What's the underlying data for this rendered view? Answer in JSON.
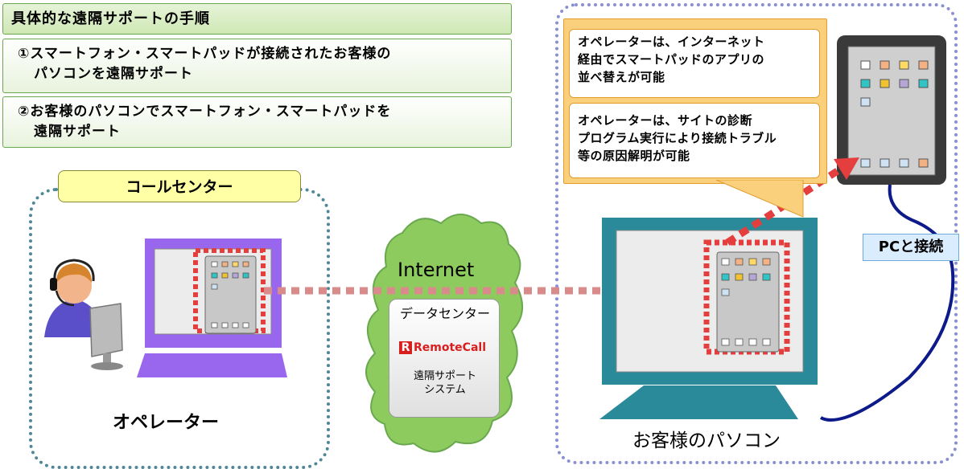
{
  "header": {
    "title": "具体的な遠隔サポートの手順"
  },
  "steps": [
    {
      "line1": "①スマートフォン・スマートパッドが接続されたお客様の",
      "line2": "パソコンを遠隔サポート"
    },
    {
      "line1": "②お客様のパソコンでスマートフォン・スマートパッドを",
      "line2": "遠隔サポート"
    }
  ],
  "call_center": {
    "label": "コールセンター",
    "operator_label": "オペレーター"
  },
  "internet": {
    "label": "Internet",
    "datacenter_label": "データセンター",
    "logo_text": "RemoteCall",
    "system_line1": "遠隔サポート",
    "system_line2": "システム"
  },
  "customer": {
    "label": "お客様のパソコン",
    "connect_label": "PCと接続"
  },
  "callouts": [
    {
      "line1": "オペレーターは、インターネット",
      "line2": "経由でスマートパッドのアプリの",
      "line3": "並べ替えが可能"
    },
    {
      "line1": "オペレーターは、サイトの診断",
      "line2": "プログラム実行により接続トラブル",
      "line3": "等の原因解明が可能"
    }
  ],
  "colors": {
    "title_green": "#cfe8b5",
    "callcenter_border": "#4f8797",
    "customer_border": "#8a8fcf",
    "dotted_red": "#e53e3e",
    "monitor_purple": "#9966ee",
    "monitor_teal": "#2b8a9a",
    "cable_navy": "#0d1a8a"
  }
}
